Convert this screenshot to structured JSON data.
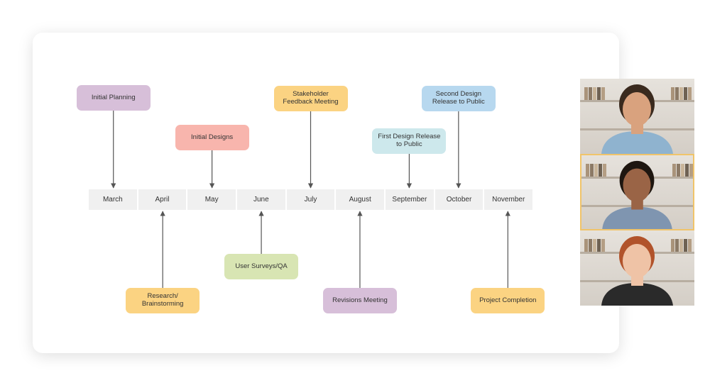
{
  "timeline": {
    "months": [
      "March",
      "April",
      "May",
      "June",
      "July",
      "August",
      "September",
      "October",
      "November"
    ],
    "events_above": [
      {
        "id": "initial-planning",
        "label": "Initial Planning",
        "month_index": 0,
        "color": "#d7bfd9"
      },
      {
        "id": "initial-designs",
        "label": "Initial Designs",
        "month_index": 2,
        "color": "#f8b5ad"
      },
      {
        "id": "stakeholder-feedback",
        "label": "Stakeholder\nFeedback Meeting",
        "month_index": 4,
        "color": "#fbd382"
      },
      {
        "id": "first-design-release",
        "label": "First Design Release\nto Public",
        "month_index": 6,
        "color": "#cde8ec"
      },
      {
        "id": "second-design-release",
        "label": "Second Design\nRelease to Public",
        "month_index": 7,
        "color": "#b7d8ef"
      }
    ],
    "events_below": [
      {
        "id": "research-brainstorming",
        "label": "Research/\nBrainstorming",
        "month_index": 1,
        "color": "#fbd382"
      },
      {
        "id": "user-surveys-qa",
        "label": "User Surveys/QA",
        "month_index": 3,
        "color": "#d8e5b3"
      },
      {
        "id": "revisions-meeting",
        "label": "Revisions Meeting",
        "month_index": 5,
        "color": "#d7bfd9"
      },
      {
        "id": "project-completion",
        "label": "Project Completion",
        "month_index": 8,
        "color": "#fbd382"
      }
    ]
  },
  "video_call": {
    "participants": [
      {
        "name": "participant-1",
        "active": false,
        "skin": "#d9a27e",
        "hair": "#3a2a1e",
        "shirt": "#8fb3cf"
      },
      {
        "name": "participant-2",
        "active": true,
        "skin": "#9a6446",
        "hair": "#1e1610",
        "shirt": "#7f95b0"
      },
      {
        "name": "participant-3",
        "active": false,
        "skin": "#efc3a6",
        "hair": "#b1532b",
        "shirt": "#2a2a2a"
      }
    ]
  }
}
